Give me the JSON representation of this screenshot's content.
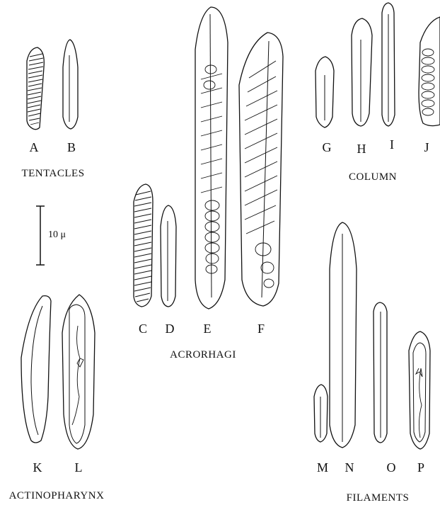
{
  "figure": {
    "groups": {
      "tentacles": "TENTACLES",
      "column": "COLUMN",
      "acrorhagi": "ACRORHAGI",
      "actinopharynx": "ACTINOPHARYNX",
      "filaments": "FILAMENTS"
    },
    "scale_bar": {
      "label": "10 μ"
    },
    "capsules": {
      "A": "A",
      "B": "B",
      "C": "C",
      "D": "D",
      "E": "E",
      "F": "F",
      "G": "G",
      "H": "H",
      "I": "I",
      "J": "J",
      "K": "K",
      "L": "L",
      "M": "M",
      "N": "N",
      "O": "O",
      "P": "P"
    }
  }
}
